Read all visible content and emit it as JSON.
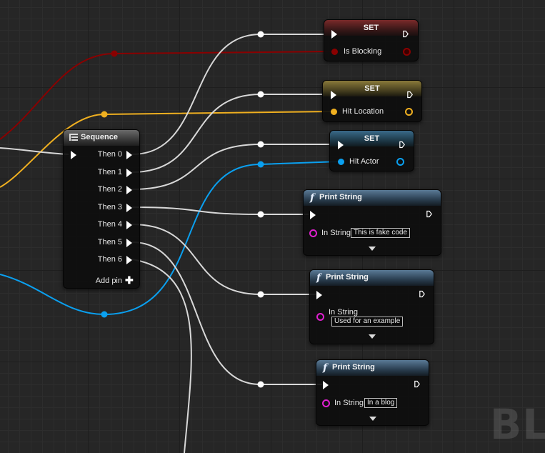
{
  "watermark": "BLU",
  "colors": {
    "exec_wire": "#d8d8d8",
    "bool_wire": "#8a0000",
    "vector_wire": "#f0b020",
    "object_wire": "#0aa0f0",
    "string_pin": "#e020d0"
  },
  "set_nodes": [
    {
      "title": "SET",
      "pin_label": "Is Blocking",
      "pin_color": "#8a0000"
    },
    {
      "title": "SET",
      "pin_label": "Hit Location",
      "pin_color": "#f0b020"
    },
    {
      "title": "SET",
      "pin_label": "Hit Actor",
      "pin_color": "#0aa0f0"
    }
  ],
  "sequence": {
    "title": "Sequence",
    "outputs": [
      "Then 0",
      "Then 1",
      "Then 2",
      "Then 3",
      "Then 4",
      "Then 5",
      "Then 6"
    ],
    "add_pin": "Add pin"
  },
  "print_nodes": [
    {
      "title": "Print String",
      "pin_label": "In String",
      "value": "This is fake code"
    },
    {
      "title": "Print String",
      "pin_label": "In String",
      "value": "Used for an example"
    },
    {
      "title": "Print String",
      "pin_label": "In String",
      "value": "In a blog"
    }
  ]
}
